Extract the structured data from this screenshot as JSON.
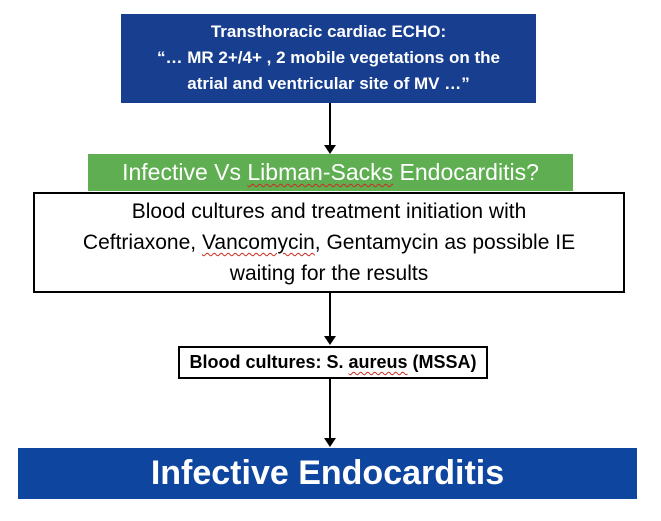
{
  "colors": {
    "dark_blue": "#183f8f",
    "bottom_blue": "#0e459e",
    "green": "#5fae51",
    "box_border": "#000000",
    "arrow_color": "#000000",
    "spellcheck_red": "#cc2a1e"
  },
  "echo_box": {
    "line1": "Transthoracic cardiac ECHO:",
    "line2": "“… MR 2+/4+ ,  2 mobile vegetations on the",
    "line3": "atrial and ventricular site of MV …”"
  },
  "question_box": {
    "prefix": "Infective Vs ",
    "misspelled": "Libman-Sacks",
    "suffix": " Endocarditis?"
  },
  "treatment_box": {
    "line1": "Blood cultures and treatment initiation with",
    "line2_prefix": "Ceftriaxone, ",
    "line2_misspelled": "Vancomycin",
    "line2_suffix": ", Gentamycin as possible IE",
    "line3": "waiting for the results"
  },
  "culture_box": {
    "prefix": "Blood cultures: S. ",
    "misspelled": "aureus",
    "suffix": " (MSSA)"
  },
  "diagnosis_box": {
    "label": "Infective Endocarditis"
  }
}
